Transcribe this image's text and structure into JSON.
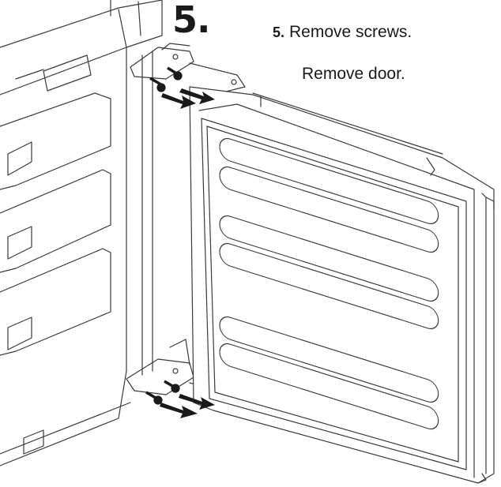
{
  "step": {
    "number": "5."
  },
  "instructions": [
    {
      "number": "5.",
      "text": "Remove screws."
    },
    {
      "number": "",
      "text": "Remove door."
    }
  ],
  "illustration": {
    "subject": "refrigerator door removal",
    "icons": [
      "screw-icon",
      "arrow-icon",
      "hinge-icon"
    ],
    "line_color": "#3a3a3a",
    "fill_color": "#ffffff"
  }
}
